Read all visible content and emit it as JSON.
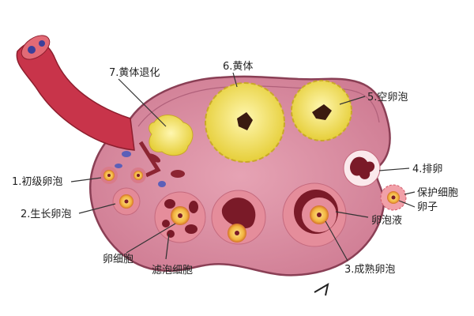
{
  "diagram": {
    "subject": "卵巢",
    "labels": {
      "primary_follicle": "1.初级卵泡",
      "growing_follicle": "2.生长卵泡",
      "mature_follicle": "3.成熟卵泡",
      "ovulation": "4.排卵",
      "empty_follicle": "5.空卵泡",
      "corpus_luteum": "6.黄体",
      "corpus_luteum_regression": "7.黄体退化",
      "oocyte": "卵细胞",
      "follicle_cells": "滤泡细胞",
      "follicular_fluid": "卵泡液",
      "protective_cells": "保护细胞",
      "ovum": "卵子"
    },
    "colors": {
      "ovary": "#d98a9f",
      "ovary_edge": "#8a3f55",
      "vessel": "#c8344a",
      "luteum": "#f3e36a",
      "follicle_dark": "#7a1a28"
    }
  }
}
